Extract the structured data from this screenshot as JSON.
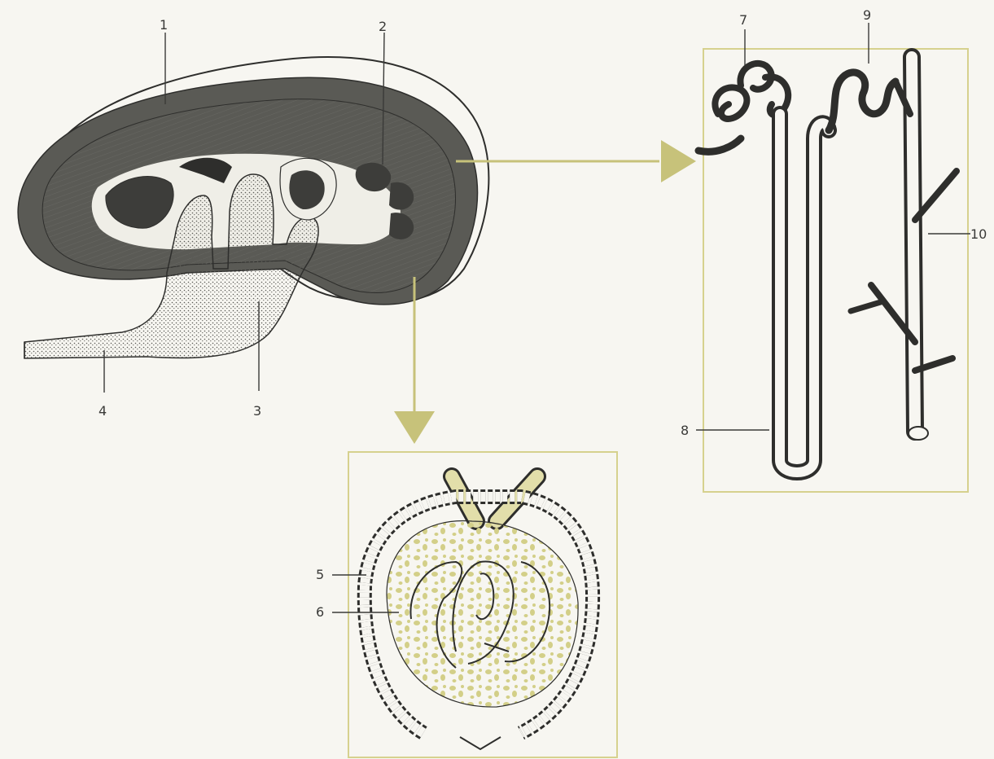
{
  "colors": {
    "background": "#f7f6f1",
    "ink": "#2e2e2c",
    "accent_olive": "#c7c27a",
    "fill_light": "#e2deaa",
    "dots": "#d3cf88"
  },
  "labels": {
    "l1": "1",
    "l2": "2",
    "l3": "3",
    "l4": "4",
    "l5": "5",
    "l6": "6",
    "l7": "7",
    "l8": "8",
    "l9": "9",
    "l10": "10"
  }
}
